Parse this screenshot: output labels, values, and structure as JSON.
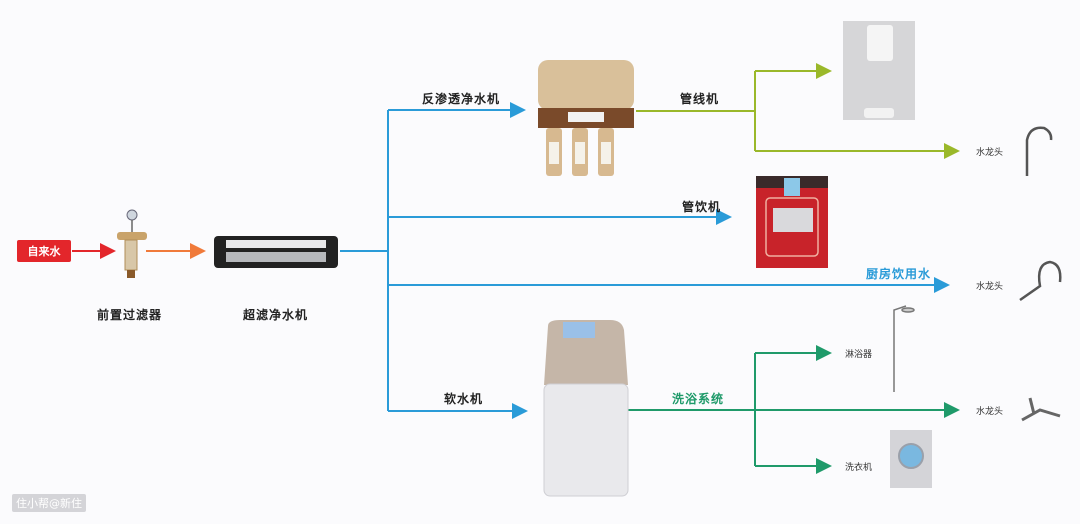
{
  "source": {
    "label": "自来水"
  },
  "nodes": {
    "prefilter": "前置过滤器",
    "ultrafilter": "超滤净水机",
    "ro_purifier": "反渗透净水机",
    "pipeline_machine": "管线机",
    "drinking_machine": "管饮机",
    "kitchen_water": "厨房饮用水",
    "softener": "软水机",
    "bath_system": "洗浴系统",
    "faucet_1": "水龙头",
    "faucet_2": "水龙头",
    "faucet_3": "水龙头",
    "shower": "淋浴器",
    "washer": "洗衣机"
  },
  "colors": {
    "source": "#e3262b",
    "orange_arrow": "#f07a3a",
    "blue_line": "#2a9bd8",
    "olive_line": "#9ab82a",
    "green_line": "#1f9a6a"
  },
  "watermark": "住小帮@新住"
}
